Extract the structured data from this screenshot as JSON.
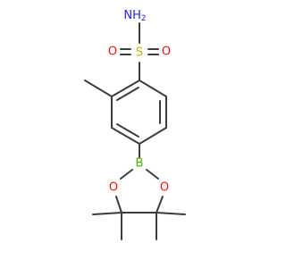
{
  "colors": {
    "bond": "#3d3d3d",
    "nitrogen": "#1f1ff0",
    "sulfur": "#c8b400",
    "oxygen": "#ff0d0d",
    "boron": "#45b400",
    "background": "#ffffff"
  },
  "atoms": {
    "amine_n": {
      "symbol": "NH",
      "subscript": "2"
    },
    "sulfur": {
      "symbol": "S"
    },
    "sulfonyl_o_left": {
      "symbol": "O"
    },
    "sulfonyl_o_right": {
      "symbol": "O"
    },
    "boron": {
      "symbol": "B"
    },
    "ring_o_left": {
      "symbol": "O"
    },
    "ring_o_right": {
      "symbol": "O"
    }
  }
}
